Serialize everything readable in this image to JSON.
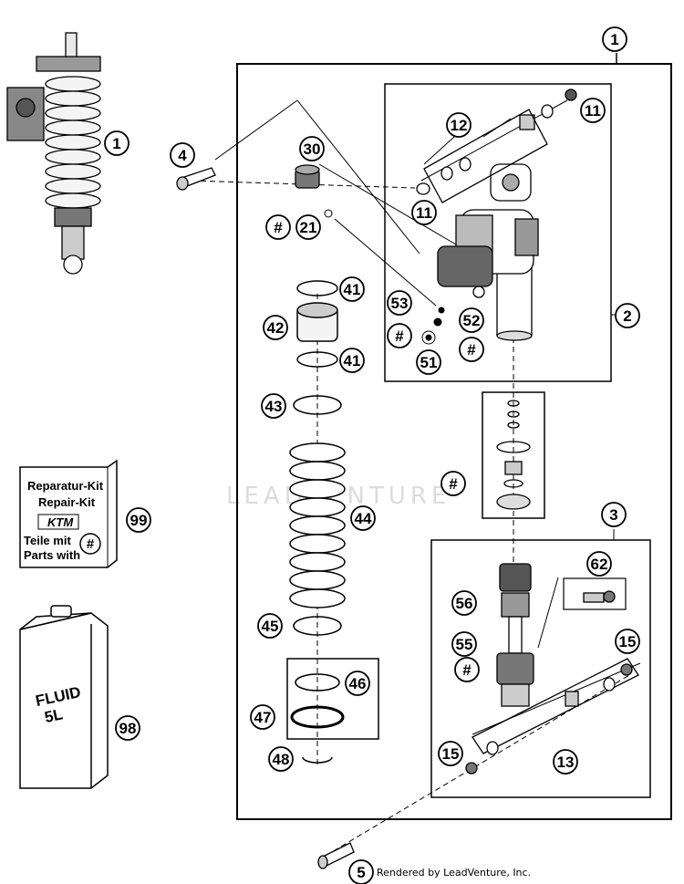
{
  "callouts": {
    "c1": "1",
    "c1b": "1",
    "c2": "2",
    "c3": "3",
    "c4": "4",
    "c5": "5",
    "c11a": "11",
    "c11b": "11",
    "c12": "12",
    "c13": "13",
    "c15a": "15",
    "c15b": "15",
    "c21": "21",
    "c30": "30",
    "c41a": "41",
    "c41b": "41",
    "c42": "42",
    "c43": "43",
    "c44": "44",
    "c45": "45",
    "c46": "46",
    "c47": "47",
    "c48": "48",
    "c51": "51",
    "c52": "52",
    "c53": "53",
    "c55": "55",
    "c56": "56",
    "c62": "62",
    "c98": "98",
    "c99": "99",
    "hash1": "#",
    "hash2": "#",
    "hash3": "#",
    "hash4": "#",
    "hash5": "#",
    "hash6": "#"
  },
  "repair_kit": {
    "line1": "Reparatur-Kit",
    "line2": "Repair-Kit",
    "brand": "KTM",
    "line3": "Teile mit",
    "line4": "Parts with"
  },
  "fluid_can": {
    "line1": "FLUID",
    "line2": "5L"
  },
  "watermark": "LEADVENTURE",
  "footer": "Rendered by LeadVenture, Inc."
}
